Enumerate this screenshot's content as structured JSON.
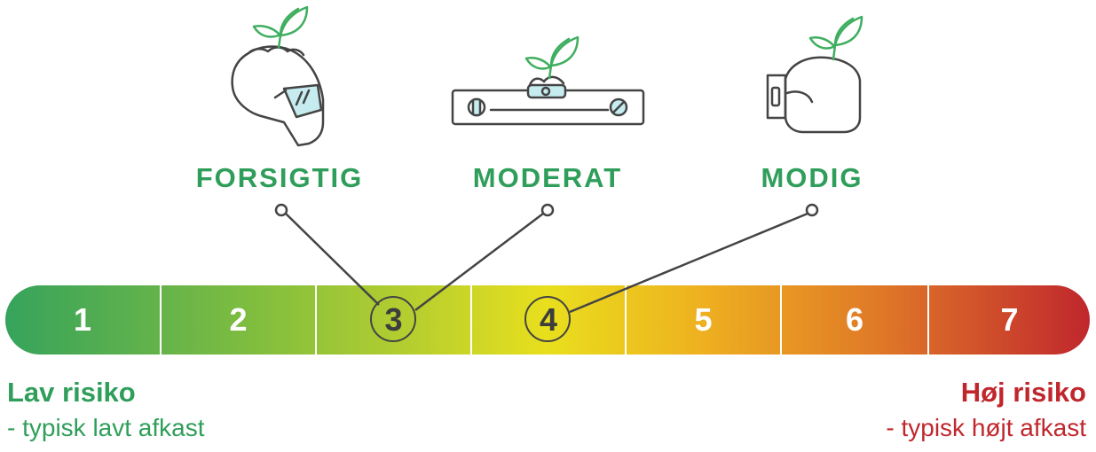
{
  "profiles": [
    {
      "label": "FORSIGTIG",
      "icon": "helmet-icon"
    },
    {
      "label": "MODERAT",
      "icon": "spirit-level-icon"
    },
    {
      "label": "MODIG",
      "icon": "boxing-glove-icon"
    }
  ],
  "scale": {
    "numbers": [
      "1",
      "2",
      "3",
      "4",
      "5",
      "6",
      "7"
    ],
    "highlighted": [
      "3",
      "4"
    ]
  },
  "low_risk": {
    "title": "Lav risiko",
    "subtitle": "- typisk lavt afkast"
  },
  "high_risk": {
    "title": "Høj risiko",
    "subtitle": "- typisk højt afkast"
  },
  "colors": {
    "green": "#2f9e5a",
    "red": "#c0272d",
    "leaf": "#3fae5f",
    "outline": "#444444"
  }
}
